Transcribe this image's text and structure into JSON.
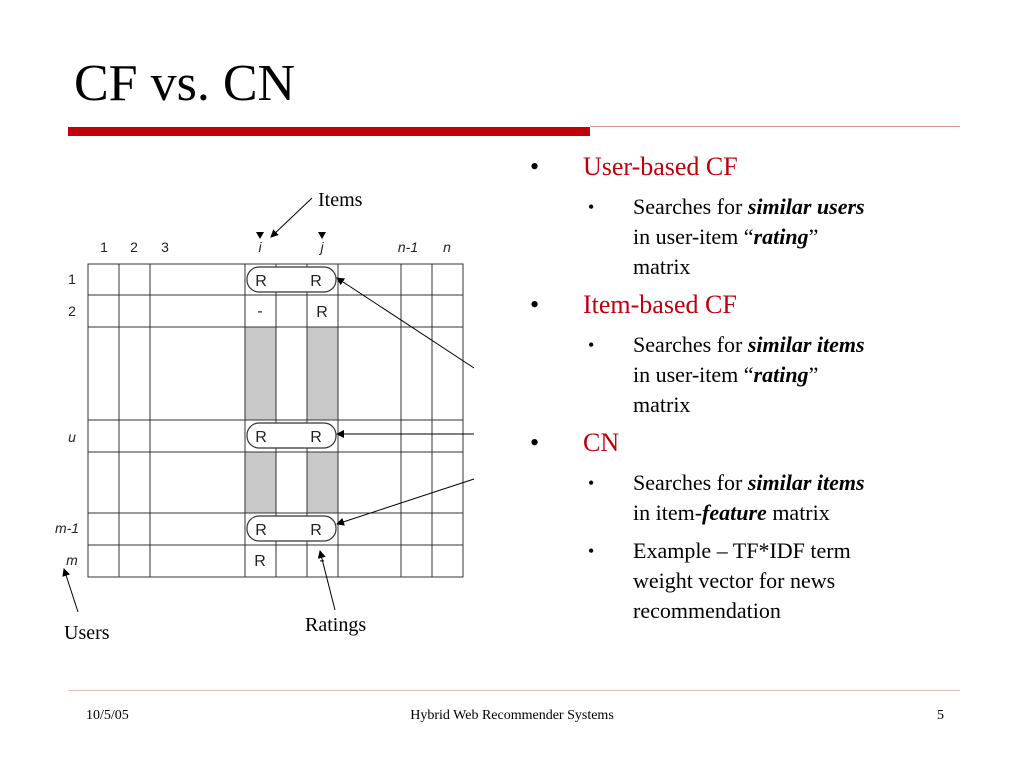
{
  "slide": {
    "title": "CF vs. CN",
    "date": "10/5/05",
    "footer_title": "Hybrid Web Recommender Systems",
    "page_number": "5"
  },
  "diagram": {
    "items_label": "Items",
    "users_label": "Users",
    "ratings_label": "Ratings",
    "column_labels": [
      "1",
      "2",
      "3",
      "i",
      "j",
      "n-1",
      "n"
    ],
    "row_labels": [
      "1",
      "2",
      "u",
      "m-1",
      "m"
    ],
    "cells": {
      "r1_i": "R",
      "r1_j": "R",
      "r2_i": "-",
      "r2_j": "R",
      "ru_i": "R",
      "ru_j": "R",
      "rm1_i": "R",
      "rm1_j": "R",
      "rm_i": "R",
      "rm_j": "-"
    },
    "shading_color": "#c8c8c8"
  },
  "bullets": {
    "user_cf": {
      "heading": "User-based CF",
      "sub_prefix": "Searches for ",
      "sub_em": "similar users",
      "sub_line2_a": "in user-item “",
      "sub_line2_em": "rating",
      "sub_line2_b": "”",
      "sub_line3": "matrix"
    },
    "item_cf": {
      "heading": "Item-based CF",
      "sub_prefix": "Searches for ",
      "sub_em": "similar items",
      "sub_line2_a": "in user-item “",
      "sub_line2_em": "rating",
      "sub_line2_b": "”",
      "sub_line3": "matrix"
    },
    "cn": {
      "heading": "CN",
      "sub1_prefix": "Searches for ",
      "sub1_em": "similar items",
      "sub1_line2_a": "in item-",
      "sub1_line2_em": "feature",
      "sub1_line2_b": " matrix",
      "sub2_line1": "Example – TF*IDF term",
      "sub2_line2": "weight vector for news",
      "sub2_line3": "recommendation"
    }
  },
  "colors": {
    "accent": "#c0000a",
    "text": "#000000"
  }
}
